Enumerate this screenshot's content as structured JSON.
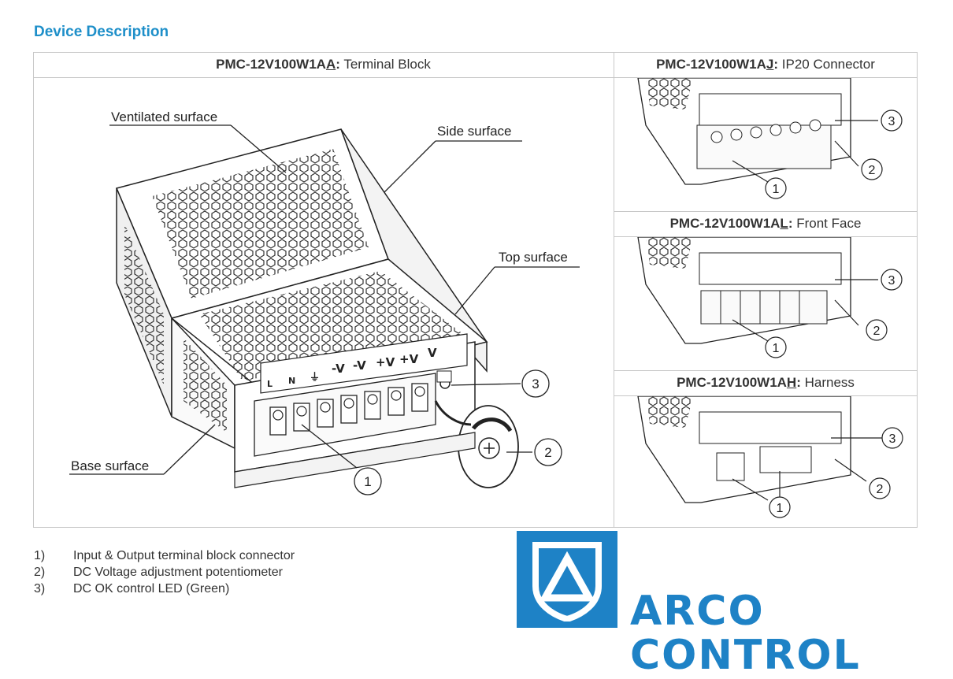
{
  "section_title": "Device Description",
  "panels": {
    "main": {
      "model_prefix": "PMC-12V100W1A",
      "model_suffix": "A",
      "colon": ":",
      "desc": " Terminal Block"
    },
    "ip20": {
      "model_prefix": "PMC-12V100W1A",
      "model_suffix": "J",
      "colon": ":",
      "desc": " IP20 Connector"
    },
    "front": {
      "model_prefix": "PMC-12V100W1A",
      "model_suffix": "L",
      "colon": ":",
      "desc": " Front Face"
    },
    "harness": {
      "model_prefix": "PMC-12V100W1A",
      "model_suffix": "H",
      "colon": ":",
      "desc": " Harness"
    }
  },
  "callouts": {
    "ventilated": "Ventilated surface",
    "side": "Side surface",
    "top": "Top surface",
    "base": "Base surface"
  },
  "terminal_labels": [
    "L",
    "N",
    "⏚",
    "-V",
    "-V",
    "+V",
    "+V",
    "V"
  ],
  "markers": [
    "1",
    "2",
    "3"
  ],
  "legend": [
    {
      "num": "1)",
      "text": "Input & Output terminal block connector"
    },
    {
      "num": "2)",
      "text": "DC Voltage adjustment potentiometer"
    },
    {
      "num": "3)",
      "text": "DC OK control LED (Green)"
    }
  ],
  "logo": {
    "brand": "ARCO CONTROL",
    "color": "#1e82c6"
  }
}
